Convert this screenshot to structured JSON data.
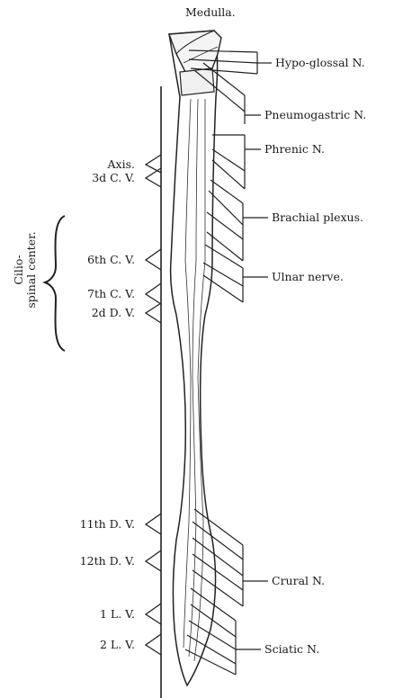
{
  "figure": {
    "title": "Medulla.",
    "vertebra_labels": [
      {
        "id": "axis",
        "text": "Axis."
      },
      {
        "id": "c3",
        "text": "3d C. V."
      },
      {
        "id": "c6",
        "text": "6th C. V."
      },
      {
        "id": "c7",
        "text": "7th C. V."
      },
      {
        "id": "d2",
        "text": "2d D. V."
      },
      {
        "id": "d11",
        "text": "11th D. V."
      },
      {
        "id": "d12",
        "text": "12th D. V."
      },
      {
        "id": "l1",
        "text": "1 L. V."
      },
      {
        "id": "l2",
        "text": "2 L. V."
      }
    ],
    "nerve_labels": [
      {
        "id": "hypoglossal",
        "text": "Hypo-glossal N."
      },
      {
        "id": "pneumogastric",
        "text": "Pneumogastric N."
      },
      {
        "id": "phrenic",
        "text": "Phrenic N."
      },
      {
        "id": "brachial",
        "text": "Brachial plexus."
      },
      {
        "id": "ulnar",
        "text": "Ulnar nerve."
      },
      {
        "id": "crural",
        "text": "Crural N."
      },
      {
        "id": "sciatic",
        "text": "Sciatic N."
      }
    ],
    "region_label": {
      "line1": "Cilio-",
      "line2": "spinal center."
    }
  }
}
